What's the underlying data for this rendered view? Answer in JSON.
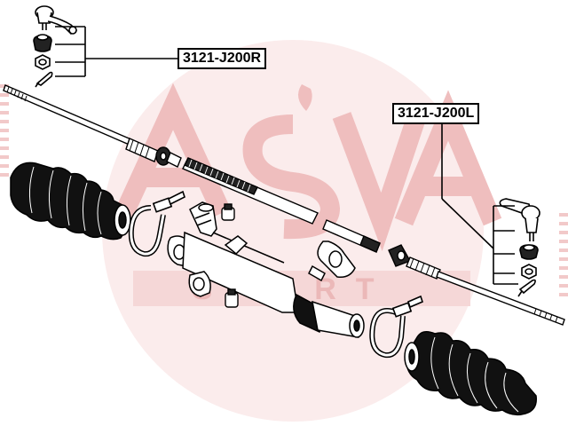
{
  "watermark": {
    "brand": "ASVA",
    "sub": "SPORT",
    "color": "#f2c9c9"
  },
  "callouts": [
    {
      "id": "right",
      "part_number": "3121-J200R"
    },
    {
      "id": "left",
      "part_number": "3121-J200L"
    }
  ],
  "colors": {
    "line": "#000000",
    "background": "#ffffff"
  }
}
